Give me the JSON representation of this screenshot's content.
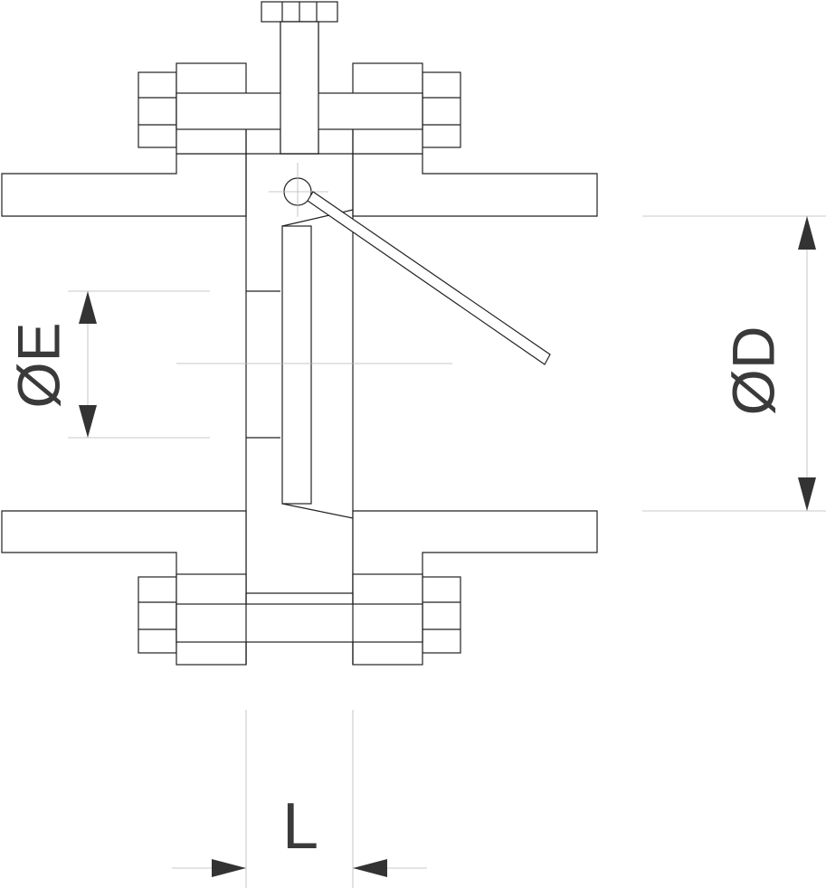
{
  "diagram": {
    "labels": {
      "bore_diameter": "ØE",
      "flange_diameter": "ØD",
      "face_to_face_length": "L"
    },
    "colors": {
      "outline": "#222222",
      "dimension_line": "#b8b8b8",
      "arrow": "#333333",
      "label": "#3a3a3a"
    }
  }
}
